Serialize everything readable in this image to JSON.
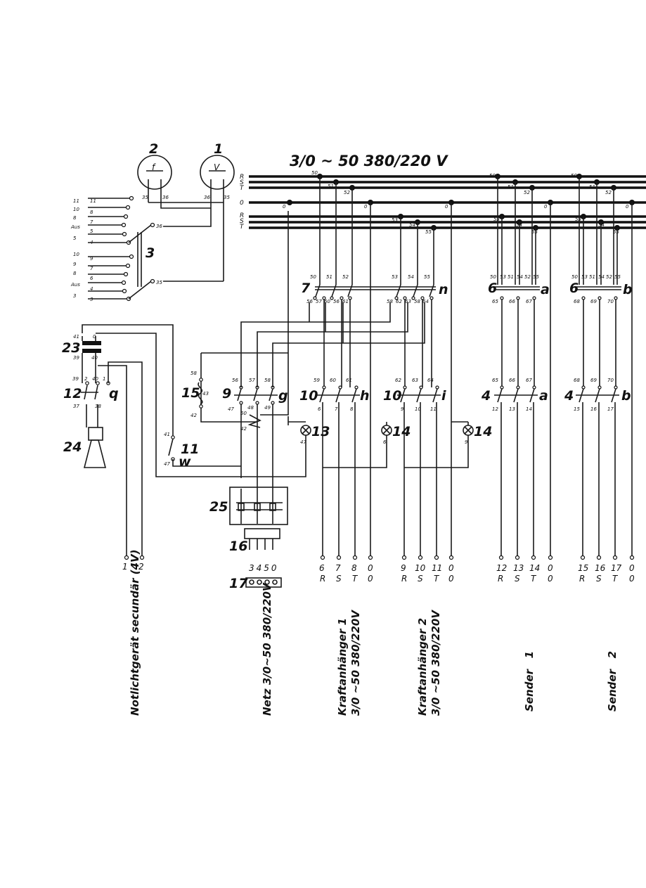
{
  "title": "3/0 ~ 50  380/220 V",
  "bus_labels": [
    "R",
    "S",
    "T",
    "0",
    "R",
    "S",
    "T"
  ],
  "meters": {
    "frequency": {
      "number": "2",
      "symbol": "f"
    },
    "voltage": {
      "number": "1",
      "symbol": "V"
    }
  },
  "selector_switch": {
    "number": "3",
    "positions_top": [
      "11",
      "10",
      "8",
      "Aus",
      "5"
    ],
    "positions_bottom": [
      "10",
      "9",
      "8",
      "Aus",
      "3"
    ]
  },
  "components": {
    "transformer": "23",
    "switch_q": {
      "number": "12",
      "letter": "q"
    },
    "lamp_24": "24",
    "switch_w": {
      "number": "11",
      "letter": "w"
    },
    "relay_15": "15",
    "switch_g": {
      "number": "9",
      "letter": "g"
    },
    "switch_h": {
      "number": "10",
      "letter": "h"
    },
    "switch_i": {
      "number": "10",
      "letter": "i"
    },
    "switch_a": {
      "number": "4",
      "letter": "a"
    },
    "switch_b": {
      "number": "4",
      "letter": "b"
    },
    "block_n": {
      "number": "7",
      "letter": "n"
    },
    "block_8": {
      "number": "6",
      "letter": "a"
    },
    "block_b": {
      "number": "6",
      "letter": "b"
    },
    "lamp_13": "13",
    "lamp_14a": "14",
    "lamp_14b": "14",
    "contactor_25": "25",
    "plug_16": "16",
    "socket_17": "17"
  },
  "outputs": {
    "notlicht": {
      "terminals": [
        "1",
        "2"
      ],
      "label": "Notlichtgerät secundär (4V)"
    },
    "netz": {
      "terminals": [
        "3",
        "4",
        "5",
        "0"
      ],
      "label": "Netz 3/0~50 380/220V"
    },
    "kraft1": {
      "terminals": [
        "6",
        "7",
        "8",
        "0"
      ],
      "phases": [
        "R",
        "S",
        "T",
        "0"
      ],
      "label": [
        "Kraftanhänger 1",
        "3/0 ~50 380/220V"
      ]
    },
    "kraft2": {
      "terminals": [
        "9",
        "10",
        "11",
        "0"
      ],
      "phases": [
        "R",
        "S",
        "T",
        "0"
      ],
      "label": [
        "Kraftanhänger 2",
        "3/0 ~50 380/220V"
      ]
    },
    "sender1": {
      "terminals": [
        "12",
        "13",
        "14",
        "0"
      ],
      "phases": [
        "R",
        "S",
        "T",
        "0"
      ],
      "label": "Sender   1"
    },
    "sender2": {
      "terminals": [
        "15",
        "16",
        "17",
        "0"
      ],
      "phases": [
        "R",
        "S",
        "T",
        "0"
      ],
      "label": "Sender   2"
    }
  }
}
